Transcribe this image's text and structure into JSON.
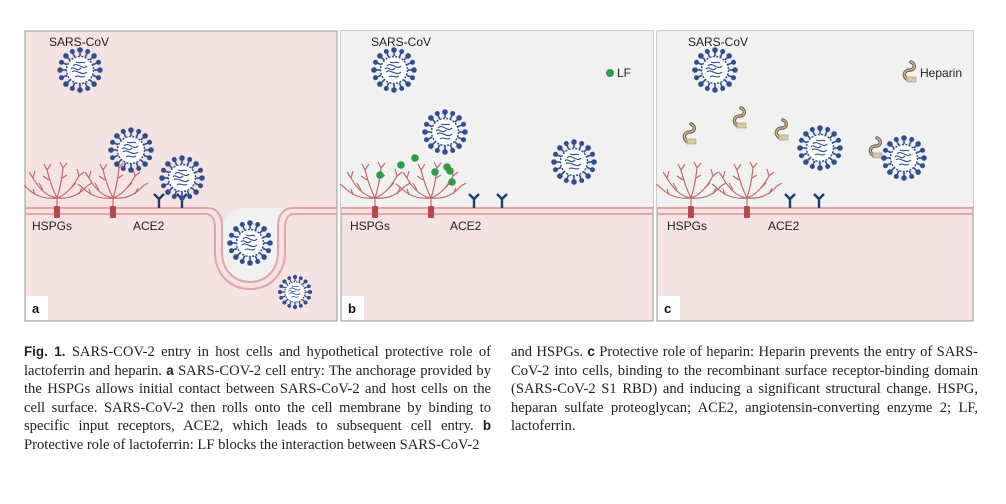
{
  "figure": {
    "panels": [
      {
        "letter": "a",
        "virus_label": "SARS-CoV",
        "hspg_label": "HSPGs",
        "ace2_label": "ACE2"
      },
      {
        "letter": "b",
        "virus_label": "SARS-CoV",
        "hspg_label": "HSPGs",
        "ace2_label": "ACE2",
        "legend_label": "LF"
      },
      {
        "letter": "c",
        "virus_label": "SARS-CoV",
        "hspg_label": "HSPGs",
        "ace2_label": "ACE2",
        "legend_label": "Heparin"
      }
    ],
    "colors": {
      "sky": "#f1f1f2",
      "cell": "#f5e2e3",
      "membrane": "#e3a4a8",
      "hspg": "#b8484c",
      "ace2": "#1f3a6e",
      "virus": "#2f4f8f",
      "lf": "#2e9c4a",
      "heparin": "#a99472"
    }
  },
  "caption": {
    "fig_label": "Fig. 1.",
    "left_text": "SARS-COV-2 entry in host cells and hypothetical protective role of lactoferrin and heparin.",
    "a_label": "a",
    "a_text": "SARS-COV-2 cell entry: The anchorage provided by the HSPGs allows initial contact between SARS-CoV-2 and host cells on the cell surface. SARS-CoV-2 then rolls onto the cell membrane by binding to specific input receptors, ACE2, which leads to subsequent cell entry.",
    "b_label": "b",
    "b_text": "Protective role of lactoferrin: LF blocks the interaction between SARS-CoV-2 and HSPGs.",
    "c_label": "c",
    "c_text": "Protective role of heparin: Heparin prevents the entry of SARS-CoV-2 into cells, binding to the recombinant surface receptor-binding domain (SARS-CoV-2 S1 RBD) and inducing a significant structural change. HSPG, heparan sulfate proteoglycan; ACE2, angiotensin-converting enzyme 2; LF, lactoferrin."
  }
}
